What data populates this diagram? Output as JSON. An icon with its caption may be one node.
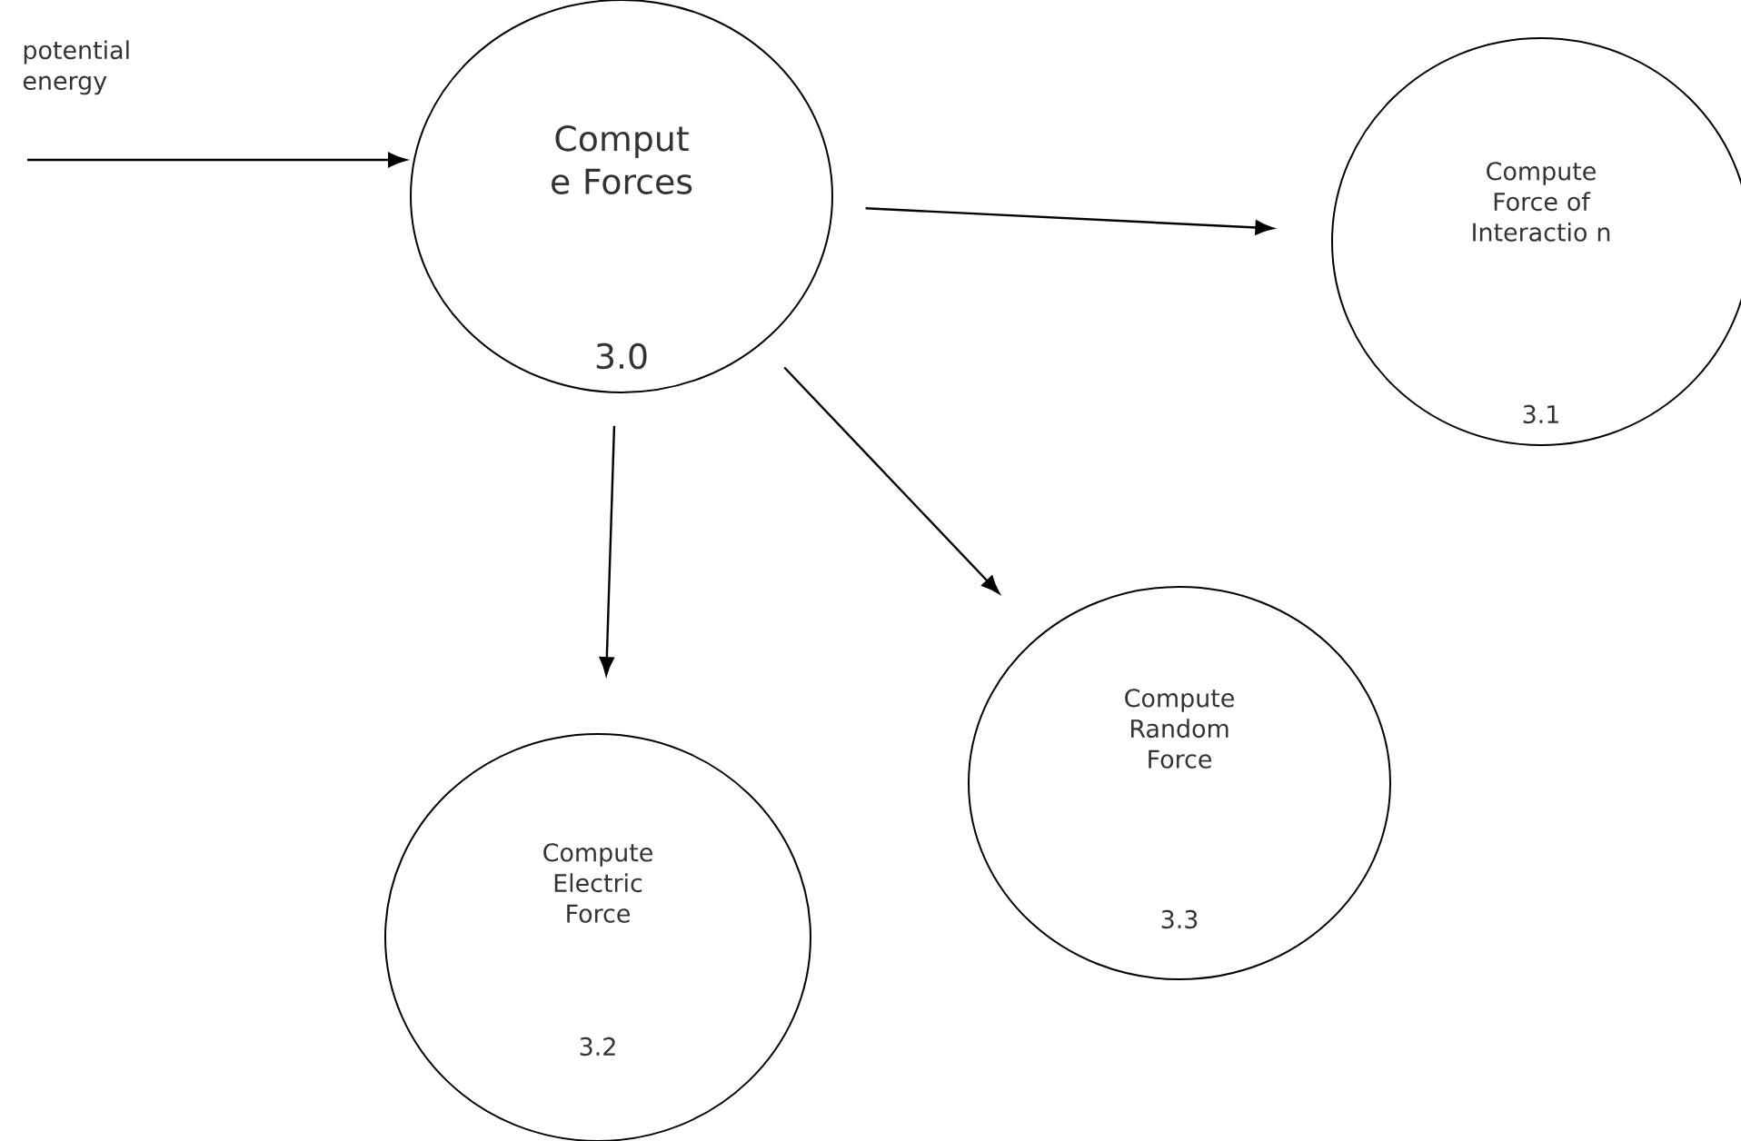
{
  "diagram": {
    "nodes": [
      {
        "text": [
          "Comput e Forces",
          "3.0"
        ]
      },
      {
        "text": [
          "Compute Force of Interactio n",
          "3.1"
        ]
      },
      {
        "text": [
          "Compute Random Force",
          "3.3"
        ]
      },
      {
        "text": [
          "Compute Electric Force",
          "3.2"
        ]
      }
    ],
    "edges": [
      {
        "from": null,
        "to": 0,
        "arrow": "to",
        "label": "potential energy"
      },
      {
        "from": 0,
        "to": 1,
        "arrow": "to"
      },
      {
        "from": 0,
        "to": 3,
        "arrow": "to"
      },
      {
        "from": 0,
        "to": 2,
        "arrow": "to"
      }
    ]
  }
}
